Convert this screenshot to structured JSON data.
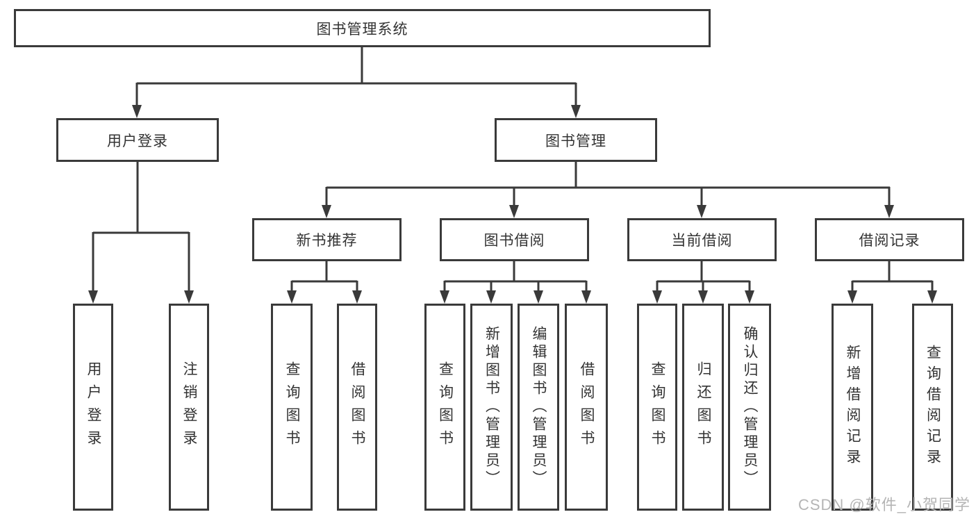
{
  "tree": {
    "label": "图书管理系统",
    "children": [
      {
        "label": "用户登录",
        "children": [
          {
            "label": "用户登录"
          },
          {
            "label": "注销登录"
          }
        ]
      },
      {
        "label": "图书管理",
        "children": [
          {
            "label": "新书推荐",
            "children": [
              {
                "label": "查询图书"
              },
              {
                "label": "借阅图书"
              }
            ]
          },
          {
            "label": "图书借阅",
            "children": [
              {
                "label": "查询图书"
              },
              {
                "label": "新增图书（管理员）"
              },
              {
                "label": "编辑图书（管理员）"
              },
              {
                "label": "借阅图书"
              }
            ]
          },
          {
            "label": "当前借阅",
            "children": [
              {
                "label": "查询图书"
              },
              {
                "label": "归还图书"
              },
              {
                "label": "确认归还（管理员）"
              }
            ]
          },
          {
            "label": "借阅记录",
            "children": [
              {
                "label": "新增借阅记录"
              },
              {
                "label": "查询借阅记录"
              }
            ]
          }
        ]
      }
    ]
  },
  "watermark": "CSDN @软件_小贺同学",
  "colors": {
    "line": "#3a3a3a",
    "box_border": "#3a3a3a",
    "text": "#333333",
    "background": "#ffffff",
    "watermark": "#b5b5b5"
  }
}
